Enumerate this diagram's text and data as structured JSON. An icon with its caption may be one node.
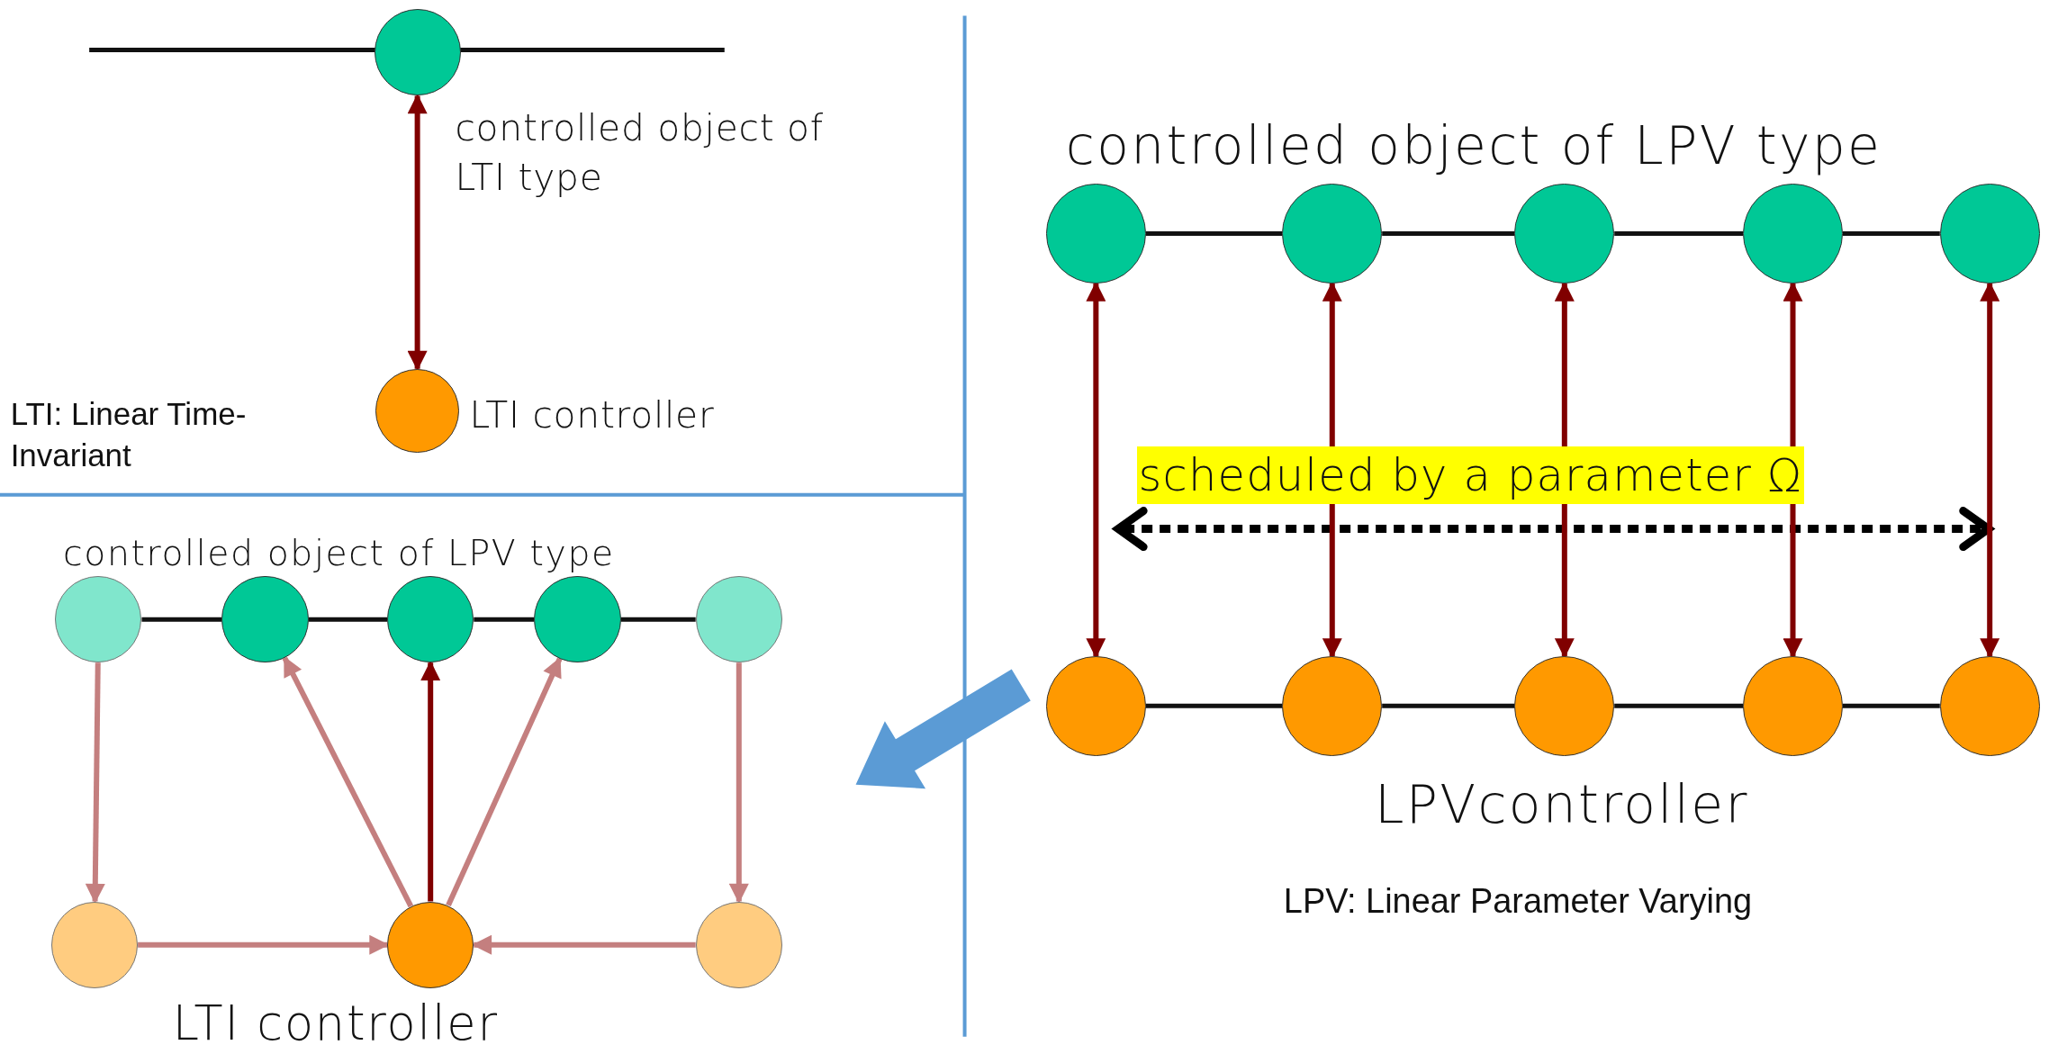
{
  "diagram": {
    "nodes": [
      {
        "text": [],
        "shape": "circle",
        "beside": [
          "controlled object of LTI type"
        ]
      },
      {
        "text": [],
        "shape": "circle",
        "beside": [
          "LTI controller"
        ]
      },
      {
        "text": [],
        "shape": "circle"
      },
      {
        "text": [],
        "shape": "circle"
      },
      {
        "text": [],
        "shape": "circle"
      },
      {
        "text": [],
        "shape": "circle"
      },
      {
        "text": [],
        "shape": "circle"
      },
      {
        "text": [],
        "shape": "circle"
      },
      {
        "text": [],
        "shape": "circle"
      },
      {
        "text": [],
        "shape": "circle"
      },
      {
        "text": [],
        "shape": "circle"
      },
      {
        "text": [],
        "shape": "circle"
      },
      {
        "text": [],
        "shape": "circle"
      },
      {
        "text": [],
        "shape": "circle"
      },
      {
        "text": [],
        "shape": "circle"
      },
      {
        "text": [],
        "shape": "circle"
      },
      {
        "text": [],
        "shape": "circle"
      },
      {
        "text": [],
        "shape": "circle"
      },
      {
        "text": [],
        "shape": "circle",
        "beside": [
          "LTI controller"
        ]
      },
      {
        "text": [],
        "shape": "circle"
      }
    ],
    "edges": [
      {
        "from": 0,
        "to": 1,
        "arrow": "both",
        "color": "#800000"
      },
      {
        "from": 2,
        "to": 3,
        "arrow": "none"
      },
      {
        "from": 3,
        "to": 4,
        "arrow": "none"
      },
      {
        "from": 4,
        "to": 5,
        "arrow": "none"
      },
      {
        "from": 5,
        "to": 6,
        "arrow": "none"
      },
      {
        "from": 7,
        "to": 8,
        "arrow": "none"
      },
      {
        "from": 8,
        "to": 9,
        "arrow": "none"
      },
      {
        "from": 9,
        "to": 10,
        "arrow": "none"
      },
      {
        "from": 10,
        "to": 11,
        "arrow": "none"
      },
      {
        "from": 2,
        "to": 7,
        "arrow": "both",
        "color": "#800000"
      },
      {
        "from": 3,
        "to": 8,
        "arrow": "both",
        "color": "#800000"
      },
      {
        "from": 4,
        "to": 9,
        "arrow": "both",
        "color": "#800000"
      },
      {
        "from": 5,
        "to": 10,
        "arrow": "both",
        "color": "#800000"
      },
      {
        "from": 6,
        "to": 11,
        "arrow": "both",
        "color": "#800000"
      },
      {
        "from": 12,
        "to": 13,
        "arrow": "none"
      },
      {
        "from": 13,
        "to": 14,
        "arrow": "none"
      },
      {
        "from": 14,
        "to": 15,
        "arrow": "none"
      },
      {
        "from": 15,
        "to": 16,
        "arrow": "none"
      },
      {
        "from": 12,
        "to": 17,
        "arrow": "to",
        "color": "#c47f7f"
      },
      {
        "from": 16,
        "to": 19,
        "arrow": "to",
        "color": "#c47f7f"
      },
      {
        "from": 17,
        "to": 18,
        "arrow": "to",
        "color": "#c47f7f"
      },
      {
        "from": 19,
        "to": 18,
        "arrow": "to",
        "color": "#c47f7f"
      },
      {
        "from": 18,
        "to": 13,
        "arrow": "to",
        "color": "#c47f7f"
      },
      {
        "from": 18,
        "to": 14,
        "arrow": "to",
        "color": "#800000"
      },
      {
        "from": 18,
        "to": 15,
        "arrow": "to",
        "color": "#c47f7f"
      }
    ],
    "labels": [
      "LTI: Linear Time-Invariant",
      "controlled object of LPV type",
      "scheduled by a parameter Ω",
      "LPVcontroller",
      "LPV: Linear Parameter Varying",
      "controlled object of LPV type"
    ]
  }
}
